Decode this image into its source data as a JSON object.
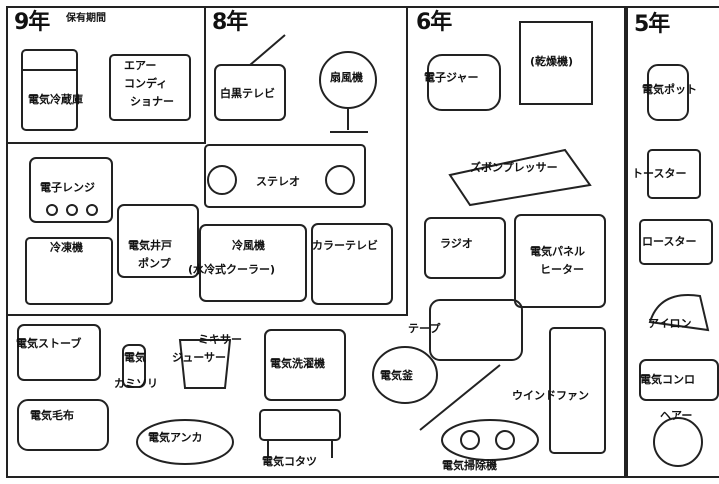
{
  "groups": [
    {
      "id": "y9",
      "year": "9年",
      "note": "保有期間"
    },
    {
      "id": "y8",
      "year": "8年"
    },
    {
      "id": "y6",
      "year": "6年"
    },
    {
      "id": "y5",
      "year": "5年"
    }
  ],
  "items": {
    "refrigerator": "電気冷蔵庫",
    "air_conditioner_1": "エアー",
    "air_conditioner_2": "コンディ",
    "air_conditioner_3": "ショナー",
    "bw_tv": "白黒テレビ",
    "fan": "扇風機",
    "microwave": "電子レンジ",
    "stereo": "ステレオ",
    "ice_maker": "冷凍機",
    "well_pump_1": "電気井戸",
    "well_pump_2": "ポンプ",
    "cooler_1": "冷風機",
    "cooler_2": "(水冷式クーラー)",
    "color_tv": "カラーテレビ",
    "rice_cooker": "電子ジャー",
    "dryer": "(乾燥機)",
    "sponge_presser": "ズボンプレッサー",
    "radio": "ラジオ",
    "panel_heater_1": "電気パネル",
    "panel_heater_2": "ヒーター",
    "tape_recorder": "テープ",
    "window_fan": "ウインドファン",
    "electric_stove": "電気ストーブ",
    "razor_1": "電気",
    "razor_2": "カミソリ",
    "juicer": "ジューサー",
    "mixer": "ミキサー",
    "washing_machine": "電気洗濯機",
    "electric_pot": "電気釜",
    "electric_blanket": "電気毛布",
    "electric_anka": "電気アンカ",
    "kotatsu": "電気コタツ",
    "vacuum": "電気掃除機",
    "kettle": "電気ポット",
    "toaster": "トースター",
    "roaster": "ロースター",
    "iron": "アイロン",
    "hot_plate": "電気コンロ",
    "hair_dryer": "ヘアー"
  }
}
